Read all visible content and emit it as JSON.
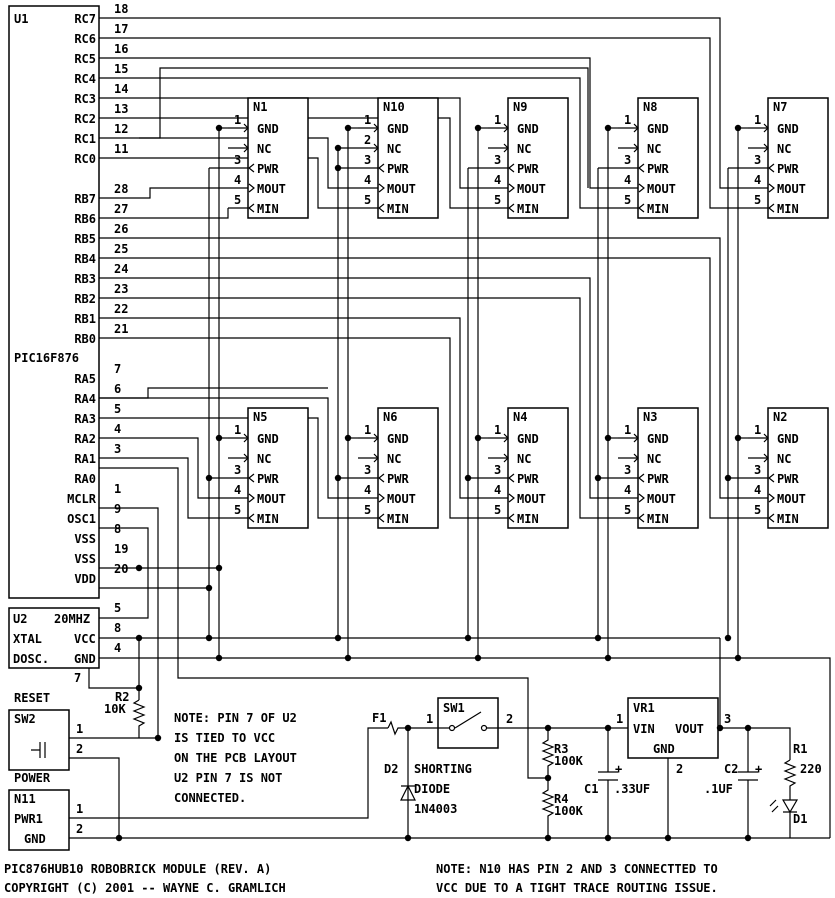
{
  "u1": {
    "ref": "U1",
    "part": "PIC16F876",
    "pins": [
      {
        "name": "RC7",
        "num": "18"
      },
      {
        "name": "RC6",
        "num": "17"
      },
      {
        "name": "RC5",
        "num": "16"
      },
      {
        "name": "RC4",
        "num": "15"
      },
      {
        "name": "RC3",
        "num": "14"
      },
      {
        "name": "RC2",
        "num": "13"
      },
      {
        "name": "RC1",
        "num": "12"
      },
      {
        "name": "RC0",
        "num": "11"
      },
      {
        "name": "RB7",
        "num": "28"
      },
      {
        "name": "RB6",
        "num": "27"
      },
      {
        "name": "RB5",
        "num": "26"
      },
      {
        "name": "RB4",
        "num": "25"
      },
      {
        "name": "RB3",
        "num": "24"
      },
      {
        "name": "RB2",
        "num": "23"
      },
      {
        "name": "RB1",
        "num": "22"
      },
      {
        "name": "RB0",
        "num": "21"
      },
      {
        "name": "RA5",
        "num": "7"
      },
      {
        "name": "RA4",
        "num": "6"
      },
      {
        "name": "RA3",
        "num": "5"
      },
      {
        "name": "RA2",
        "num": "4"
      },
      {
        "name": "RA1",
        "num": "3"
      },
      {
        "name": "RA0",
        "num": ""
      },
      {
        "name": "MCLR",
        "num": "1"
      },
      {
        "name": "OSC1",
        "num": "9"
      },
      {
        "name": "VSS",
        "num": "8"
      },
      {
        "name": "VSS",
        "num": "19"
      },
      {
        "name": "VDD",
        "num": "20"
      }
    ]
  },
  "connector_pins": {
    "names": [
      "GND",
      "NC",
      "PWR",
      "MOUT",
      "MIN"
    ],
    "nums": [
      "1",
      "2",
      "3",
      "4",
      "5"
    ]
  },
  "connectors": [
    {
      "ref": "N1"
    },
    {
      "ref": "N10"
    },
    {
      "ref": "N9"
    },
    {
      "ref": "N8"
    },
    {
      "ref": "N7"
    },
    {
      "ref": "N5"
    },
    {
      "ref": "N6"
    },
    {
      "ref": "N4"
    },
    {
      "ref": "N3"
    },
    {
      "ref": "N2"
    }
  ],
  "u2": {
    "ref": "U2",
    "freq": "20MHZ",
    "xtal": "XTAL",
    "dosc": "DOSC.",
    "vcc": "VCC",
    "gnd": "GND",
    "pin_a": "5",
    "pin_vcc": "8",
    "pin_gnd": "4",
    "pin_bottom": "7"
  },
  "reset": {
    "title": "RESET",
    "ref": "SW2",
    "pin1": "1",
    "pin2": "2"
  },
  "r2": {
    "ref": "R2",
    "value": "10K"
  },
  "power": {
    "title": "POWER",
    "ref": "N11",
    "pin_name": "PWR1",
    "gnd_name": "GND",
    "pin1": "1",
    "pin2": "2"
  },
  "f1": {
    "ref": "F1"
  },
  "d2": {
    "ref": "D2",
    "desc1": "SHORTING",
    "desc2": "DIODE",
    "part": "1N4003"
  },
  "sw1": {
    "ref": "SW1",
    "pin1": "1",
    "pin2": "2"
  },
  "r3": {
    "ref": "R3",
    "value": "100K"
  },
  "r4": {
    "ref": "R4",
    "value": "100K"
  },
  "c1": {
    "ref": "C1",
    "value": ".33UF",
    "plus": "+"
  },
  "vr1": {
    "ref": "VR1",
    "vin": "VIN",
    "vout": "VOUT",
    "gnd": "GND",
    "pin1": "1",
    "pin2": "2",
    "pin3": "3"
  },
  "c2": {
    "ref": "C2",
    "value": ".1UF",
    "plus": "+"
  },
  "r1": {
    "ref": "R1",
    "value": "220"
  },
  "d1": {
    "ref": "D1"
  },
  "note_u2": [
    "NOTE: PIN 7 OF U2",
    "IS TIED TO VCC",
    "ON THE PCB LAYOUT",
    "U2 PIN 7 IS NOT",
    "CONNECTED."
  ],
  "footer": {
    "title": "PIC876HUB10 ROBOBRICK MODULE (REV. A)",
    "copyright": "COPYRIGHT (C) 2001 -- WAYNE C. GRAMLICH",
    "note1": "NOTE: N10 HAS PIN 2 AND 3 CONNECTTED TO",
    "note2": "VCC DUE TO A TIGHT TRACE ROUTING ISSUE."
  }
}
